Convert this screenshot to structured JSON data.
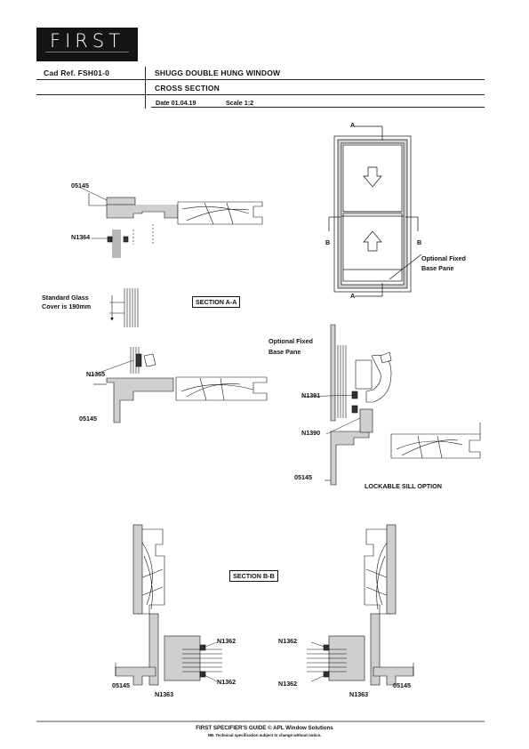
{
  "header": {
    "brand": "FIRST",
    "cad_ref": "Cad Ref. FSH01-0",
    "title": "SHUGG DOUBLE HUNG WINDOW",
    "subtitle": "CROSS SECTION",
    "date_label": "Date 01.04.19",
    "scale_label": "Scale 1:2"
  },
  "labels": {
    "p05145_top": "05145",
    "n1364": "N1364",
    "standard_glass_1": "Standard Glass",
    "standard_glass_2": "Cover is 190mm",
    "n1365": "N1365",
    "p05145_mid": "05145",
    "section_aa": "SECTION A-A",
    "elev_a_top": "A",
    "elev_a_bottom": "A",
    "elev_b_left": "B",
    "elev_b_right": "B",
    "optional_fixed_1": "Optional Fixed",
    "optional_fixed_2": "Base Pane",
    "optional_fixed_3": "Optional Fixed",
    "optional_fixed_4": "Base Pane",
    "n1391": "N1391",
    "n1390": "N1390",
    "p05145_sill": "05145",
    "lockable_sill": "LOCKABLE SILL  OPTION",
    "section_bb": "SECTION B-B",
    "n1362_l": "N1362",
    "n1362_l2": "N1362",
    "p05145_bl": "05145",
    "n1363_l": "N1363",
    "n1362_r": "N1362",
    "n1362_r2": "N1362",
    "p05145_br": "05145",
    "n1363_r": "N1363"
  },
  "footer": {
    "guide": "FIRST SPECIFIER'S GUIDE  © APL Window Solutions",
    "note": "NB. Technical specification subject to change without notice."
  },
  "colors": {
    "profile": "#b9b9b9",
    "line": "#111111"
  }
}
